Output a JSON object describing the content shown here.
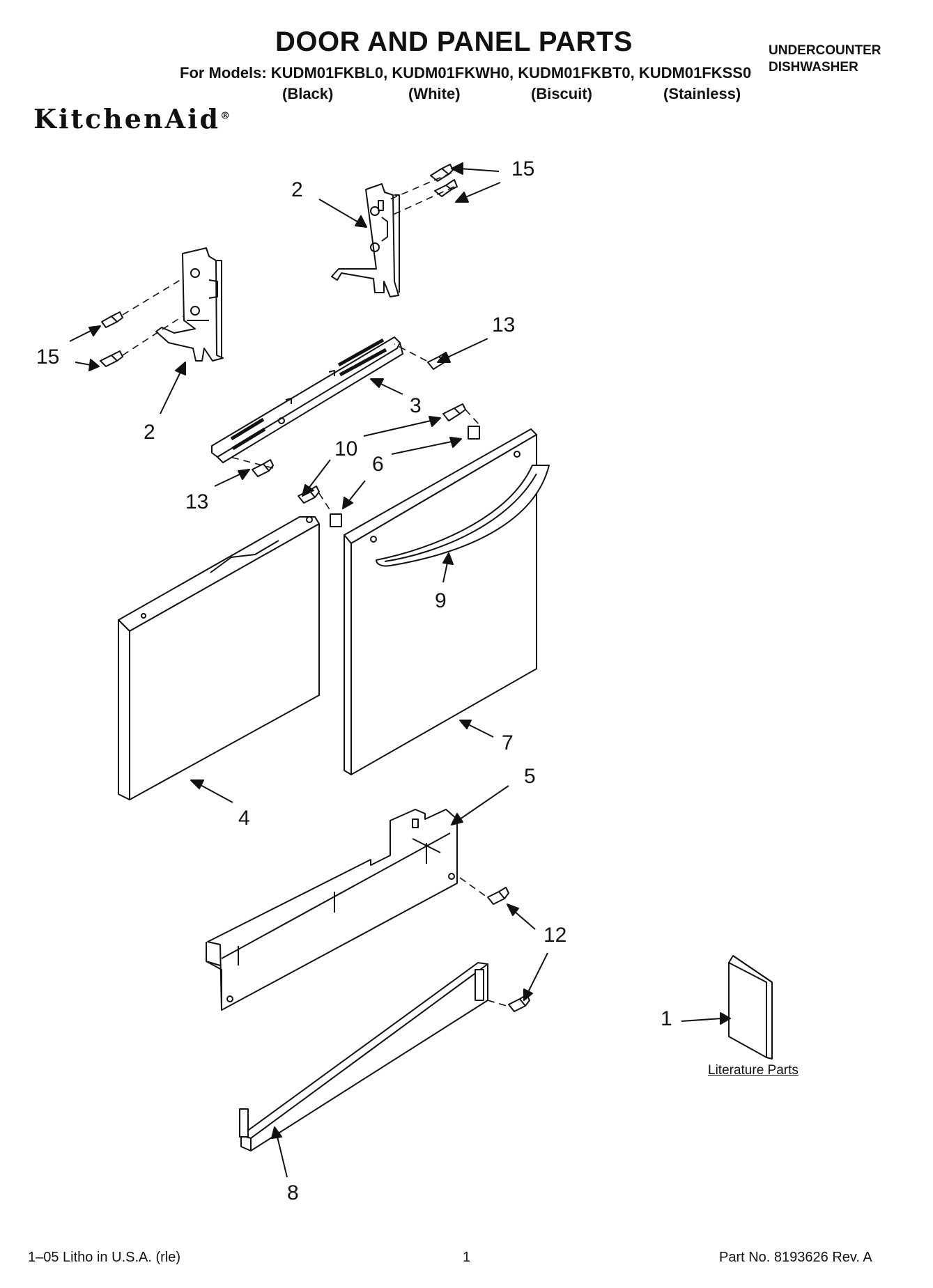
{
  "header": {
    "title": "DOOR AND PANEL PARTS",
    "models_line": "For Models: KUDM01FKBL0, KUDM01FKWH0, KUDM01FKBT0, KUDM01FKSS0",
    "colors": [
      "(Black)",
      "(White)",
      "(Biscuit)",
      "(Stainless)"
    ],
    "category_line1": "UNDERCOUNTER",
    "category_line2": "DISHWASHER",
    "brand": "KitchenAid",
    "brand_mark": "®"
  },
  "callouts": {
    "c15_top": "15",
    "c2_top": "2",
    "c15_left": "15",
    "c2_left": "2",
    "c13_right": "13",
    "c3": "3",
    "c10": "10",
    "c6": "6",
    "c13_left": "13",
    "c9": "9",
    "c7": "7",
    "c4": "4",
    "c5": "5",
    "c12": "12",
    "c1": "1",
    "c8": "8"
  },
  "literature_label": "Literature Parts",
  "footer": {
    "left": "1–05 Litho in U.S.A. (rle)",
    "page": "1",
    "part_no": "Part No. 8193626 Rev. A"
  }
}
